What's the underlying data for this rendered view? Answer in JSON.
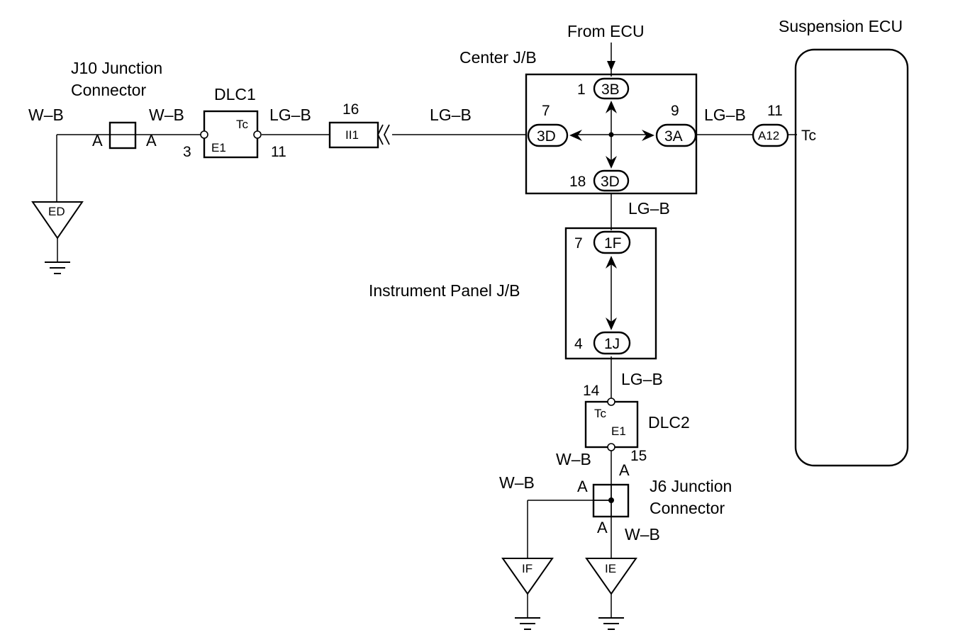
{
  "labels": {
    "from_ecu": "From ECU",
    "suspension_ecu": "Suspension ECU",
    "center_jb": "Center J/B",
    "instrument_panel_jb": "Instrument Panel J/B",
    "j10_line1": "J10 Junction",
    "j10_line2": "Connector",
    "j6_line1": "J6 Junction",
    "j6_line2": "Connector",
    "dlc1": "DLC1",
    "dlc2": "DLC2"
  },
  "wires": {
    "wb_far_left": "W–B",
    "wb_j10_right": "W–B",
    "lgb_dlc1_right": "LG–B",
    "lgb_center_left": "LG–B",
    "lgb_center_right": "LG–B",
    "lgb_center_bottom": "LG–B",
    "lgb_ipjb_bottom": "LG–B",
    "wb_dlc2_bottom": "W–B",
    "wb_j6_left": "W–B",
    "wb_j6_bottom": "W–B"
  },
  "pins": {
    "j10_left": "A",
    "j10_right": "A",
    "dlc1_e1_pin": "3",
    "dlc1_tc_pin": "11",
    "dlc1_tc": "Tc",
    "dlc1_e1": "E1",
    "connector_ii1_pin": "16",
    "connector_ii1": "II1",
    "center_3b_pin": "1",
    "center_3b": "3B",
    "center_3d_left_pin": "7",
    "center_3d_left": "3D",
    "center_3a_pin": "9",
    "center_3a": "3A",
    "center_3d_bottom_pin": "18",
    "center_3d_bottom": "3D",
    "ecu_a12_pin": "11",
    "ecu_a12": "A12",
    "ecu_tc": "Tc",
    "ip_1f_pin": "7",
    "ip_1f": "1F",
    "ip_1j_pin": "4",
    "ip_1j": "1J",
    "dlc2_tc_pin": "14",
    "dlc2_tc": "Tc",
    "dlc2_e1": "E1",
    "dlc2_e1_pin": "15",
    "j6_top": "A",
    "j6_left": "A",
    "j6_bottom": "A"
  },
  "grounds": {
    "ed": "ED",
    "if": "IF",
    "ie": "IE"
  }
}
